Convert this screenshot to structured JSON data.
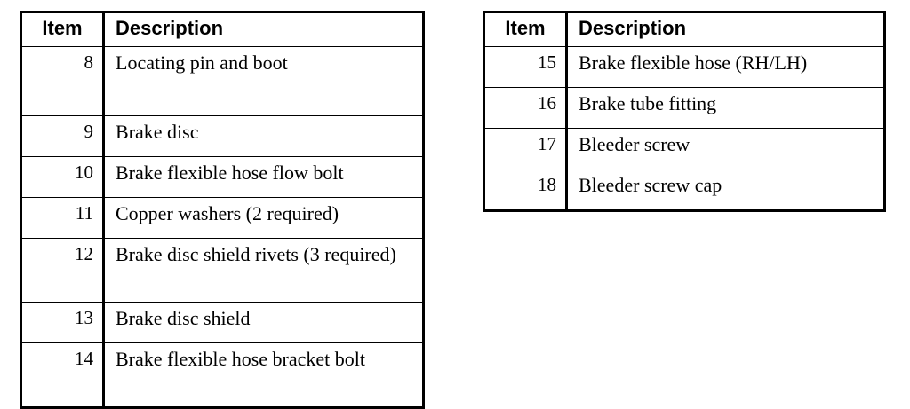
{
  "document": {
    "type": "parts-legend-tables",
    "background_color": "#ffffff",
    "text_color": "#000000",
    "border_color": "#000000"
  },
  "tables": [
    {
      "id": "left",
      "name": "parts-table-items-8-14",
      "headers": {
        "item": "Item",
        "description": "Description"
      },
      "rows": [
        {
          "item": "8",
          "description": "Locating pin and boot",
          "height": "tall"
        },
        {
          "item": "9",
          "description": "Brake disc",
          "height": "normal"
        },
        {
          "item": "10",
          "description": "Brake flexible hose flow bolt",
          "height": "normal"
        },
        {
          "item": "11",
          "description": "Copper washers (2 required)",
          "height": "normal"
        },
        {
          "item": "12",
          "description": "Brake disc shield rivets (3 required)",
          "height": "wrap"
        },
        {
          "item": "13",
          "description": "Brake disc shield",
          "height": "normal"
        },
        {
          "item": "14",
          "description": "Brake flexible hose bracket bolt",
          "height": "wrap"
        }
      ]
    },
    {
      "id": "right",
      "name": "parts-table-items-15-18",
      "headers": {
        "item": "Item",
        "description": "Description"
      },
      "rows": [
        {
          "item": "15",
          "description": "Brake flexible hose (RH/LH)",
          "height": "normal"
        },
        {
          "item": "16",
          "description": "Brake tube fitting",
          "height": "normal"
        },
        {
          "item": "17",
          "description": "Bleeder screw",
          "height": "normal"
        },
        {
          "item": "18",
          "description": "Bleeder screw cap",
          "height": "normal"
        }
      ]
    }
  ]
}
